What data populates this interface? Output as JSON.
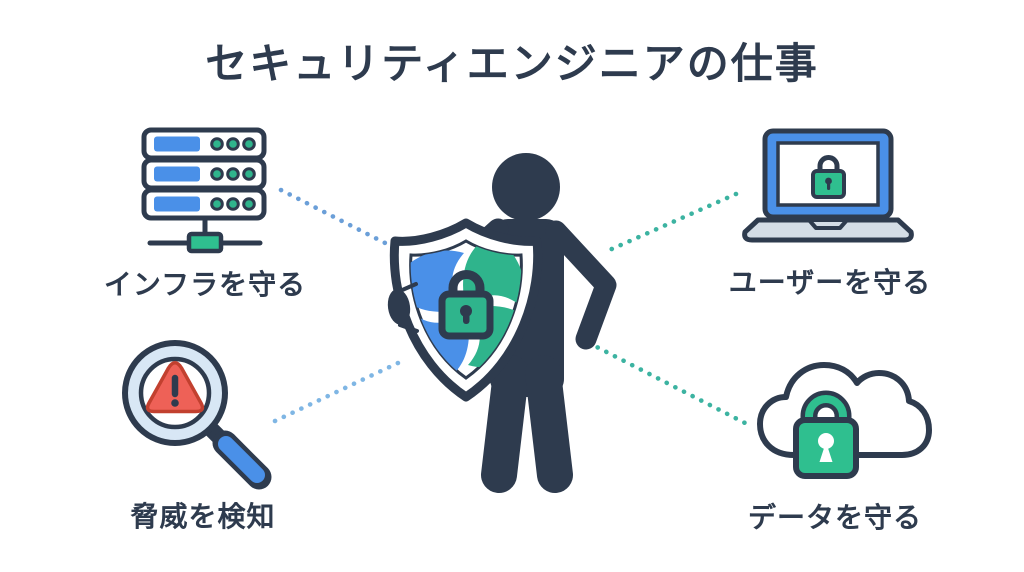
{
  "title": "セキュリティエンジニアの仕事",
  "center": {
    "icon": "security-engineer-with-shield-icon",
    "shield_icon": "shield-lock-icon"
  },
  "nodes": {
    "infra": {
      "label": "インフラを守る",
      "icon": "server-rack-icon"
    },
    "user": {
      "label": "ユーザーを守る",
      "icon": "laptop-lock-icon"
    },
    "threat": {
      "label": "脅威を検知",
      "icon": "magnifier-alert-icon"
    },
    "data": {
      "label": "データを守る",
      "icon": "cloud-lock-icon"
    }
  },
  "colors": {
    "ink_navy": "#2e3b4e",
    "accent_blue": "#4a90e8",
    "accent_green": "#2fb48c",
    "alert_red": "#ee6157",
    "alert_red_border": "#c2402f",
    "magnifier_ring": "#d8e7f5",
    "laptop_base_gray": "#d4dde6",
    "dotted_blue": "#6b9fd8",
    "dotted_light_blue": "#7fb6e4",
    "dotted_teal": "#3cb3a1",
    "background": "#ffffff"
  }
}
